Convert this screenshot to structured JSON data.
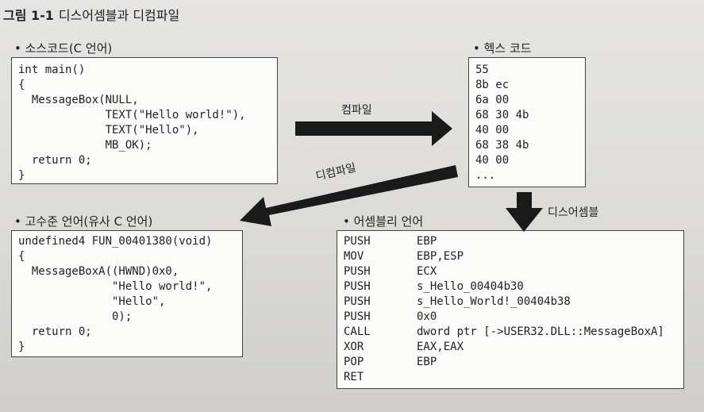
{
  "figure": {
    "number": "그림 1-1",
    "title": "디스어셈블과 디컴파일"
  },
  "source": {
    "label": "• 소스코드(C 언어)",
    "lines": [
      "int main()",
      "{",
      "  MessageBox(NULL,",
      "             TEXT(\"Hello world!\"),",
      "             TEXT(\"Hello\"),",
      "             MB_OK);",
      "  return 0;",
      "}"
    ]
  },
  "hex": {
    "label": "• 헥스 코드",
    "lines": [
      "55",
      "8b ec",
      "6a 00",
      "68 30 4b",
      "40 00",
      "68 38 4b",
      "40 00",
      "..."
    ]
  },
  "highlevel": {
    "label": "• 고수준 언어(유사 C 언어)",
    "lines": [
      "undefined4 FUN_00401380(void)",
      "{",
      "  MessageBoxA((HWND)0x0,",
      "              \"Hello world!\",",
      "              \"Hello\",",
      "              0);",
      "  return 0;",
      "}"
    ]
  },
  "assembly": {
    "label": "• 어셈블리 언어",
    "rows": [
      {
        "op": "PUSH",
        "arg": "EBP"
      },
      {
        "op": "MOV",
        "arg": "EBP,ESP"
      },
      {
        "op": "PUSH",
        "arg": "ECX"
      },
      {
        "op": "PUSH",
        "arg": "s_Hello_00404b30"
      },
      {
        "op": "PUSH",
        "arg": "s_Hello_World!_00404b38"
      },
      {
        "op": "PUSH",
        "arg": "0x0"
      },
      {
        "op": "CALL",
        "arg": "dword ptr [->USER32.DLL::MessageBoxA]"
      },
      {
        "op": "XOR",
        "arg": "EAX,EAX"
      },
      {
        "op": "POP",
        "arg": "EBP"
      },
      {
        "op": "RET",
        "arg": ""
      }
    ]
  },
  "arrows": {
    "compile": "컴파일",
    "decompile": "디컴파일",
    "disassemble": "디스어셈블"
  }
}
